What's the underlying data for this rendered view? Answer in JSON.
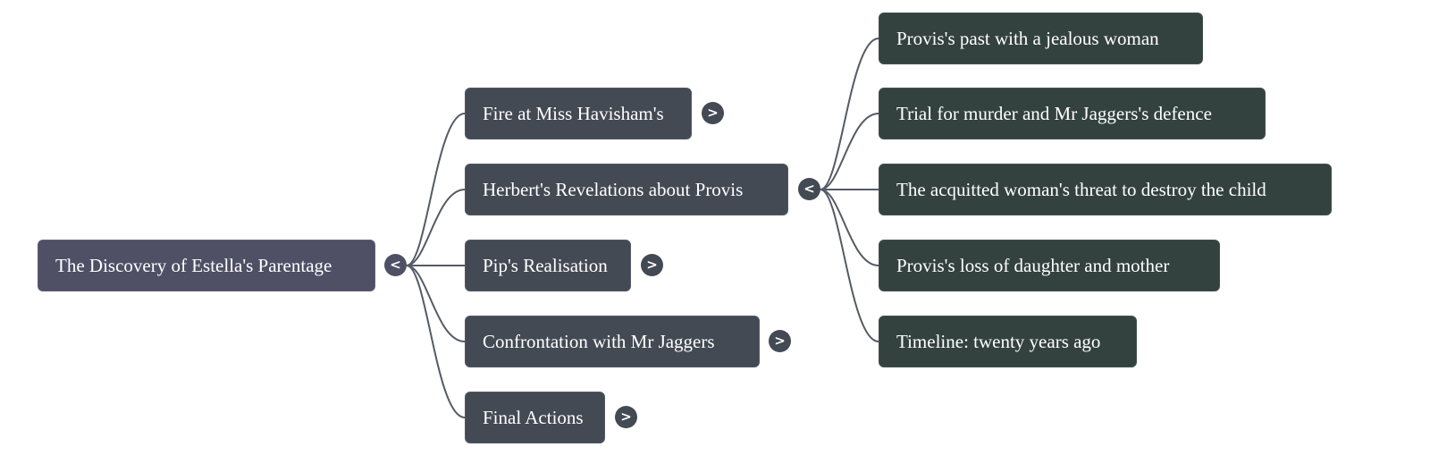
{
  "mindmap": {
    "root": {
      "label": "The Discovery of Estella's Parentage",
      "toggle": "<",
      "expanded": true
    },
    "children": [
      {
        "label": "Fire at Miss Havisham's",
        "toggle": ">",
        "expanded": false
      },
      {
        "label": "Herbert's Revelations about Provis",
        "toggle": "<",
        "expanded": true,
        "children": [
          {
            "label": "Provis's past with a jealous woman"
          },
          {
            "label": "Trial for murder and Mr Jaggers's defence"
          },
          {
            "label": "The acquitted woman's threat to destroy the child"
          },
          {
            "label": "Provis's loss of daughter and mother"
          },
          {
            "label": "Timeline: twenty years ago"
          }
        ]
      },
      {
        "label": "Pip's Realisation",
        "toggle": ">",
        "expanded": false
      },
      {
        "label": "Confrontation with Mr Jaggers",
        "toggle": ">",
        "expanded": false
      },
      {
        "label": "Final Actions",
        "toggle": ">",
        "expanded": false
      }
    ],
    "colors": {
      "root": "#4f5066",
      "level1": "#434a54",
      "level2": "#33423f",
      "link": "#555a66"
    }
  }
}
